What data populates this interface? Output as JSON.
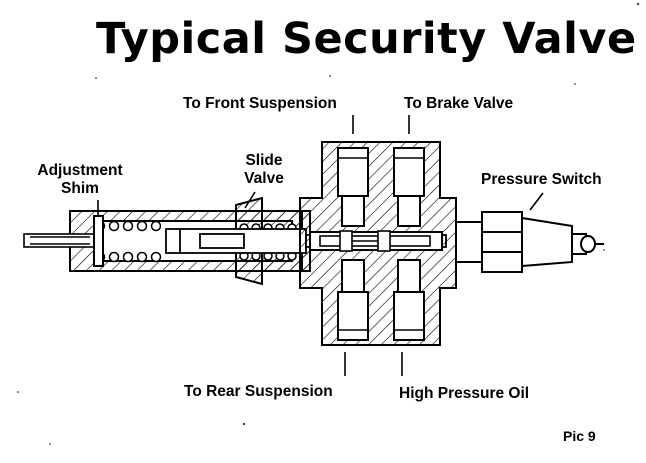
{
  "title": "Typical Security Valve",
  "labels": {
    "front_suspension": "To Front Suspension",
    "brake_valve": "To Brake Valve",
    "adjustment_shim_line1": "Adjustment",
    "adjustment_shim_line2": "Shim",
    "slide_valve_line1": "Slide",
    "slide_valve_line2": "Valve",
    "pressure_switch": "Pressure Switch",
    "rear_suspension": "To Rear Suspension",
    "high_pressure_oil": "High Pressure Oil"
  },
  "figure_number": "Pic 9",
  "colors": {
    "ink": "#000000",
    "paper": "#ffffff"
  }
}
